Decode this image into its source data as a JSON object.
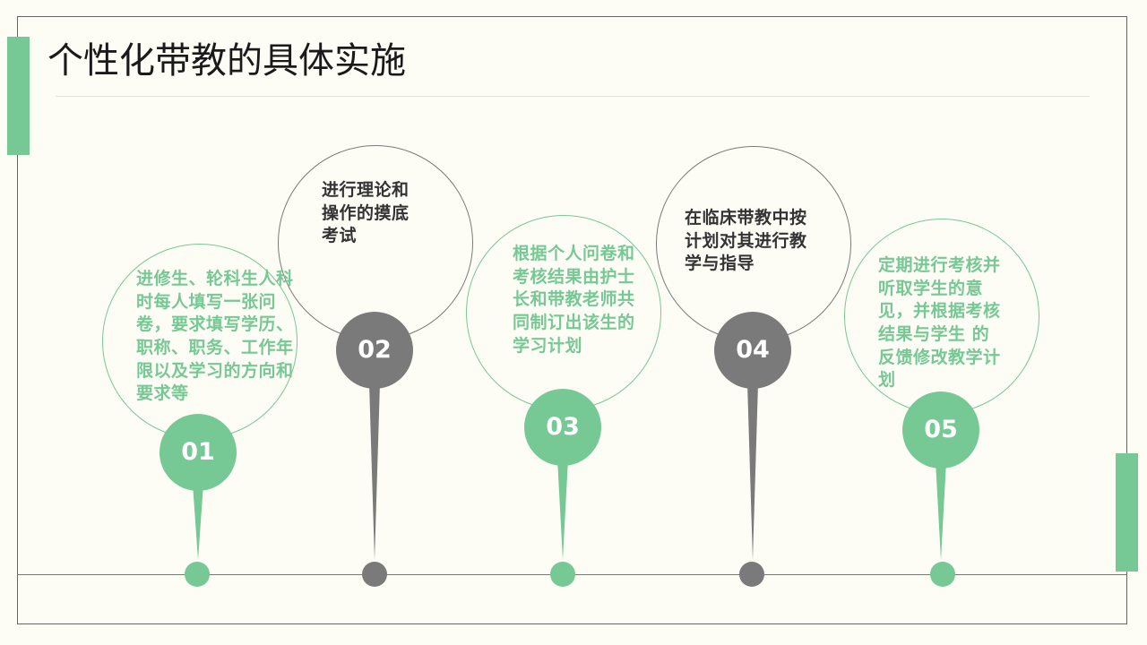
{
  "title": "个性化带教的具体实施",
  "steps": [
    {
      "number": "01",
      "text": "进修生、轮科生人科时每人填写一张问卷，要求填写学历、 职称、职务、工作年限以及学习的方向和要求等",
      "color": "green"
    },
    {
      "number": "02",
      "text": "进行理论和操作的摸底考试",
      "color": "gray"
    },
    {
      "number": "03",
      "text": "根据个人问卷和考核结果由护士长和带教老师共同制订出该生的学习计划",
      "color": "green"
    },
    {
      "number": "04",
      "text": "在临床带教中按计划对其进行教学与指导",
      "color": "gray"
    },
    {
      "number": "05",
      "text": "定期进行考核并听取学生的意见，并根据考核结果与学生 的反馈修改教学计划",
      "color": "green"
    }
  ],
  "colors": {
    "green": "#76c894",
    "gray": "#7a7a7a",
    "background": "#fdfdf6"
  }
}
